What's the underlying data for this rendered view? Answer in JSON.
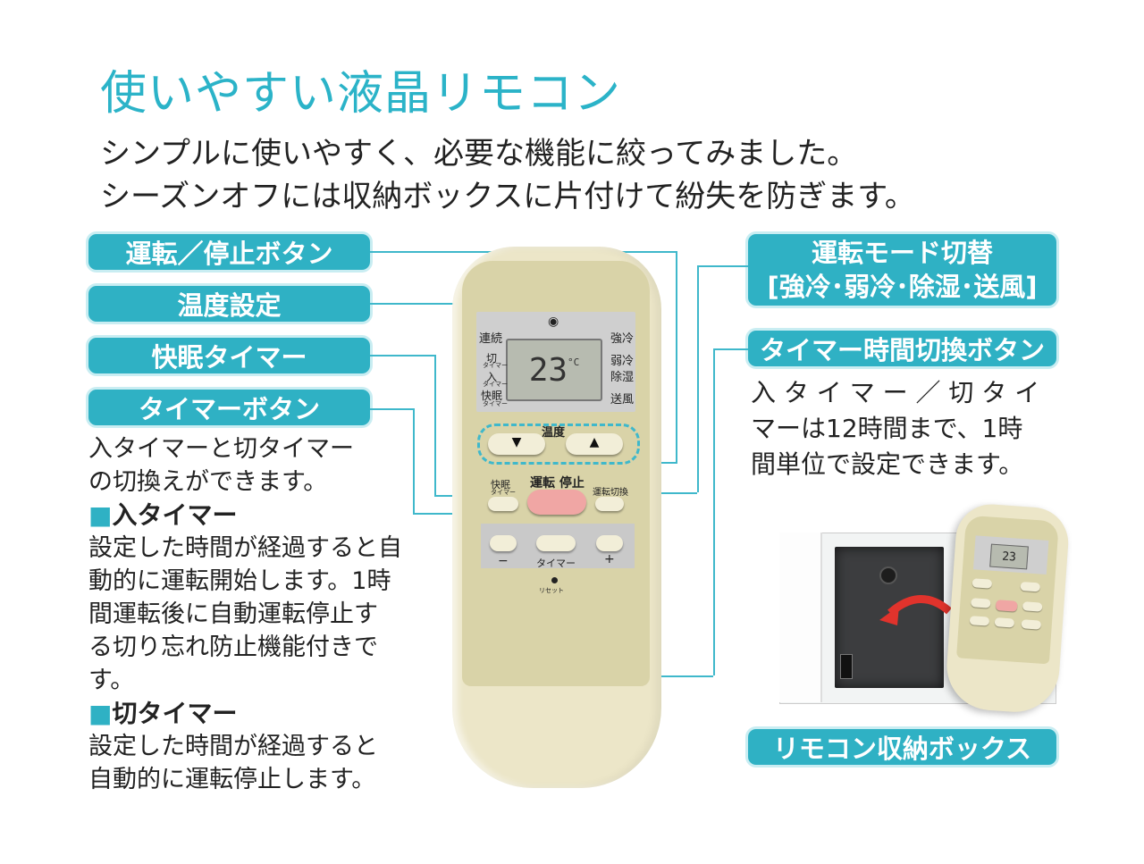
{
  "header": {
    "title": "使いやすい液晶リモコン",
    "subtitle_line1": "シンプルに使いやすく、必要な機能に絞ってみました。",
    "subtitle_line2": "シーズンオフには収納ボックスに片付けて紛失を防ぎます。"
  },
  "left_labels": {
    "power": "運転／停止ボタン",
    "temp": "温度設定",
    "sleep": "快眠タイマー",
    "timer": "タイマーボタン"
  },
  "right_labels": {
    "mode_line1": "運転モード切替",
    "mode_line2": "[強冷･弱冷･除湿･送風]",
    "timer_switch": "タイマー時間切換ボタン",
    "storage": "リモコン収納ボックス"
  },
  "timer_desc": {
    "line1": "入タイマーと切タイマー",
    "line2": "の切換えができます。",
    "on_heading": "入タイマー",
    "on_l1": "設定した時間が経過すると自",
    "on_l2": "動的に運転開始します。1時",
    "on_l3": "間運転後に自動運転停止す",
    "on_l4": "る切り忘れ防止機能付きです。",
    "off_heading": "切タイマー",
    "off_l1": "設定した時間が経過すると",
    "off_l2": "自動的に運転停止します。",
    "bullet": "■"
  },
  "timer_switch_desc": {
    "line1": "入 タ イ マ ー ／ 切 タ イ",
    "line2": "マーは12時間まで、1時",
    "line3": "間単位で設定できます。"
  },
  "remote": {
    "lcd_value": "23",
    "lcd_unit": "°C",
    "left_modes": [
      "連続",
      "切",
      "タイマー",
      "入",
      "タイマー",
      "快眠",
      "タイマー"
    ],
    "right_modes": [
      "強冷",
      "弱冷",
      "除湿",
      "送風"
    ],
    "temp_label": "温度",
    "down_arrow": "▼",
    "up_arrow": "▲",
    "sleep_btn": "快眠",
    "sleep_btn_sub": "タイマー",
    "power_btn": "運転 停止",
    "mode_btn": "運転切換",
    "minus": "−",
    "timer_label": "タイマー",
    "plus": "+",
    "reset": "リセット"
  },
  "colors": {
    "accent": "#2fb1c4",
    "title": "#2bb3c8",
    "remote_body": "#ece6c8",
    "power_button": "#f0a6a4"
  }
}
